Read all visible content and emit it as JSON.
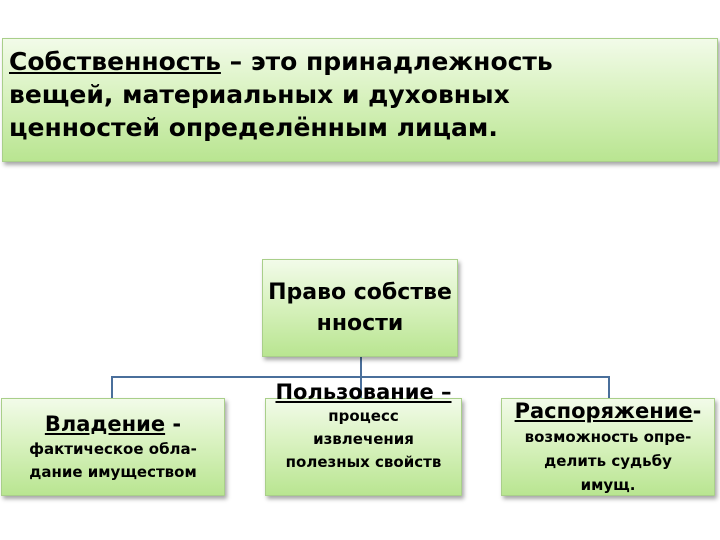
{
  "definition": {
    "term": "Собственность",
    "rest_line1": " – это принадлежность",
    "line2": "вещей, материальных и духовных",
    "line3": "ценностей определённым лицам."
  },
  "root": {
    "label": "Право собственности"
  },
  "children": {
    "vladenie": {
      "title": "Владение",
      "title_suffix": " -",
      "desc_line1": "фактическое обла-",
      "desc_line2": "дание имуществом"
    },
    "polzovanie": {
      "title": "Пользование –",
      "desc_line1": "процесс",
      "desc_line2": "извлечения",
      "desc_line3": "полезных свойств"
    },
    "rasporyazhenie": {
      "title": "Распоряжение",
      "title_suffix": "-",
      "desc_line1": "возможность опре-",
      "desc_line2": "делить судьбу",
      "desc_line3": "имущ."
    }
  },
  "colors": {
    "box_gradient_top": "#f2fbe9",
    "box_gradient_bottom": "#b9e591",
    "connector": "#4a6f9b"
  }
}
